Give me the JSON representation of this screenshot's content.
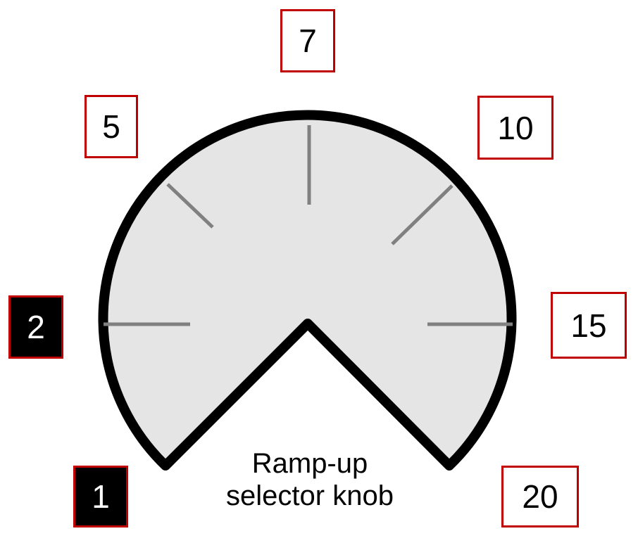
{
  "knob": {
    "caption_line1": "Ramp-up",
    "caption_line2": "selector knob",
    "fill_color": "#e5e5e5",
    "outline_color": "#000000",
    "tick_color": "#808080"
  },
  "positions": [
    {
      "label": "1",
      "selected": true
    },
    {
      "label": "2",
      "selected": true
    },
    {
      "label": "5",
      "selected": false
    },
    {
      "label": "7",
      "selected": false
    },
    {
      "label": "10",
      "selected": false
    },
    {
      "label": "15",
      "selected": false
    },
    {
      "label": "20",
      "selected": false
    }
  ],
  "colors": {
    "box_border": "#c00000",
    "selected_box_fill": "#000000",
    "selected_box_text": "#ffffff"
  }
}
